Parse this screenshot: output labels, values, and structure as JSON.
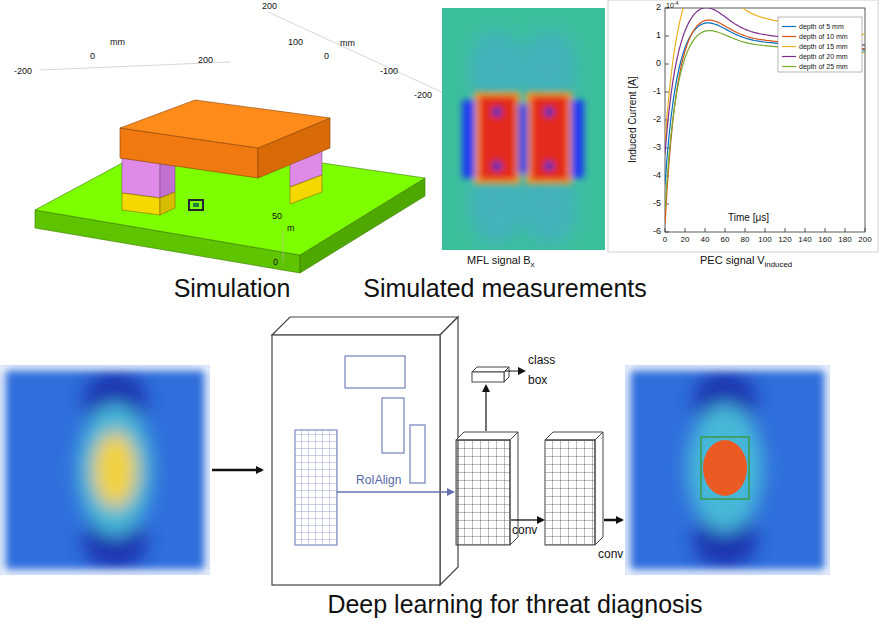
{
  "diagram": {
    "labels": [
      "200",
      "200",
      "mm",
      "0",
      "-200",
      "100",
      "mm",
      "0",
      "-100",
      "-200",
      "50",
      "m",
      "0",
      "Simulation",
      "MFL signal",
      "B",
      "x",
      "10",
      "-4",
      "2",
      "1",
      "0",
      "-1",
      "-2",
      "-3",
      "-4",
      "-5",
      "-6",
      "0",
      "20",
      "40",
      "60",
      "80",
      "100",
      "120",
      "140",
      "160",
      "180",
      "200",
      "Induced Current [A]",
      "Time [μs]",
      "PEC signal",
      "V",
      "induced",
      "Simulated measurements",
      "RoIAlign",
      "class",
      "box",
      "conv",
      "conv",
      "Deep learning for threat diagnosis"
    ],
    "legend": [
      {
        "text": "depth of 5 mm"
      },
      {
        "text": "depth of 10 mm"
      },
      {
        "text": "depth of 15 mm"
      },
      {
        "text": "depth of 20 mm"
      },
      {
        "text": "depth of 25 mm"
      }
    ]
  }
}
